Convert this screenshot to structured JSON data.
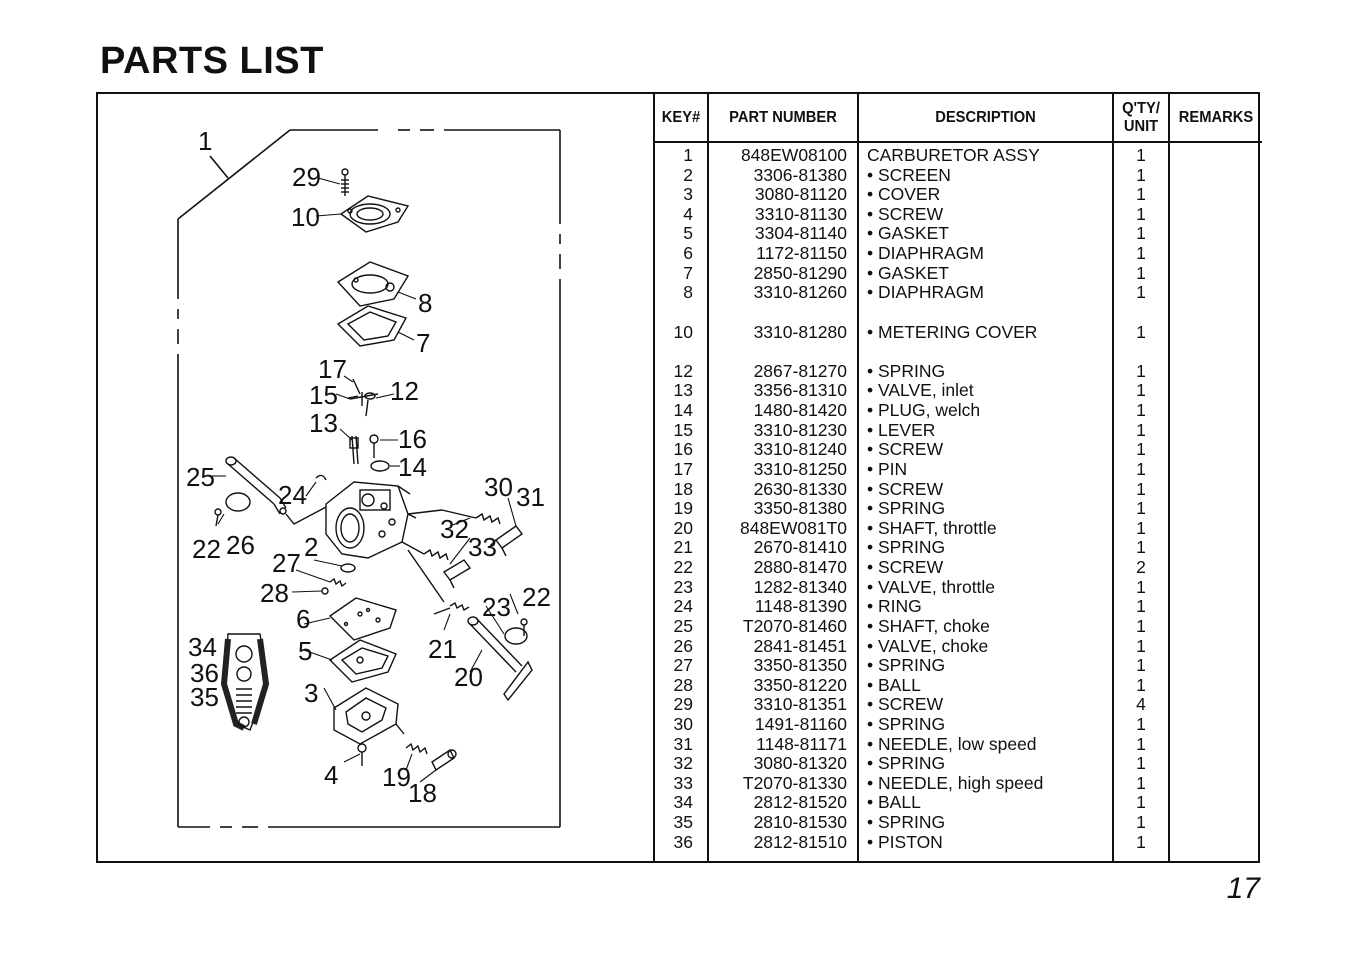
{
  "title": "PARTS LIST",
  "page_number": "17",
  "table": {
    "headers": {
      "key": "KEY#",
      "part_number": "PART NUMBER",
      "description": "DESCRIPTION",
      "qty_line1": "Q'TY/",
      "qty_line2": "UNIT",
      "remarks": "REMARKS"
    },
    "rows": [
      {
        "key": "1",
        "part": "848EW08100",
        "desc": "CARBURETOR ASSY",
        "qty": "1",
        "slot": 0
      },
      {
        "key": "2",
        "part": "3306-81380",
        "desc": "• SCREEN",
        "qty": "1",
        "slot": 1
      },
      {
        "key": "3",
        "part": "3080-81120",
        "desc": "• COVER",
        "qty": "1",
        "slot": 2
      },
      {
        "key": "4",
        "part": "3310-81130",
        "desc": "• SCREW",
        "qty": "1",
        "slot": 3
      },
      {
        "key": "5",
        "part": "3304-81140",
        "desc": "• GASKET",
        "qty": "1",
        "slot": 4
      },
      {
        "key": "6",
        "part": "1172-81150",
        "desc": "• DIAPHRAGM",
        "qty": "1",
        "slot": 5
      },
      {
        "key": "7",
        "part": "2850-81290",
        "desc": "• GASKET",
        "qty": "1",
        "slot": 6
      },
      {
        "key": "8",
        "part": "3310-81260",
        "desc": "• DIAPHRAGM",
        "qty": "1",
        "slot": 7
      },
      {
        "key": "10",
        "part": "3310-81280",
        "desc": "• METERING COVER",
        "qty": "1",
        "slot": 9
      },
      {
        "key": "12",
        "part": "2867-81270",
        "desc": "• SPRING",
        "qty": "1",
        "slot": 11
      },
      {
        "key": "13",
        "part": "3356-81310",
        "desc": "• VALVE, inlet",
        "qty": "1",
        "slot": 12
      },
      {
        "key": "14",
        "part": "1480-81420",
        "desc": "• PLUG, welch",
        "qty": "1",
        "slot": 13
      },
      {
        "key": "15",
        "part": "3310-81230",
        "desc": "• LEVER",
        "qty": "1",
        "slot": 14
      },
      {
        "key": "16",
        "part": "3310-81240",
        "desc": "• SCREW",
        "qty": "1",
        "slot": 15
      },
      {
        "key": "17",
        "part": "3310-81250",
        "desc": "• PIN",
        "qty": "1",
        "slot": 16
      },
      {
        "key": "18",
        "part": "2630-81330",
        "desc": "• SCREW",
        "qty": "1",
        "slot": 17
      },
      {
        "key": "19",
        "part": "3350-81380",
        "desc": "• SPRING",
        "qty": "1",
        "slot": 18
      },
      {
        "key": "20",
        "part": "848EW081T0",
        "desc": "• SHAFT, throttle",
        "qty": "1",
        "slot": 19
      },
      {
        "key": "21",
        "part": "2670-81410",
        "desc": "• SPRING",
        "qty": "1",
        "slot": 20
      },
      {
        "key": "22",
        "part": "2880-81470",
        "desc": "• SCREW",
        "qty": "2",
        "slot": 21
      },
      {
        "key": "23",
        "part": "1282-81340",
        "desc": "• VALVE, throttle",
        "qty": "1",
        "slot": 22
      },
      {
        "key": "24",
        "part": "1148-81390",
        "desc": "• RING",
        "qty": "1",
        "slot": 23
      },
      {
        "key": "25",
        "part": "T2070-81460",
        "desc": "• SHAFT, choke",
        "qty": "1",
        "slot": 24
      },
      {
        "key": "26",
        "part": "2841-81451",
        "desc": "• VALVE, choke",
        "qty": "1",
        "slot": 25
      },
      {
        "key": "27",
        "part": "3350-81350",
        "desc": "• SPRING",
        "qty": "1",
        "slot": 26
      },
      {
        "key": "28",
        "part": "3350-81220",
        "desc": "• BALL",
        "qty": "1",
        "slot": 27
      },
      {
        "key": "29",
        "part": "3310-81351",
        "desc": "• SCREW",
        "qty": "4",
        "slot": 28
      },
      {
        "key": "30",
        "part": "1491-81160",
        "desc": "• SPRING",
        "qty": "1",
        "slot": 29
      },
      {
        "key": "31",
        "part": "1148-81171",
        "desc": "• NEEDLE, low speed",
        "qty": "1",
        "slot": 30
      },
      {
        "key": "32",
        "part": "3080-81320",
        "desc": "• SPRING",
        "qty": "1",
        "slot": 31
      },
      {
        "key": "33",
        "part": "T2070-81330",
        "desc": "• NEEDLE, high speed",
        "qty": "1",
        "slot": 32
      },
      {
        "key": "34",
        "part": "2812-81520",
        "desc": "• BALL",
        "qty": "1",
        "slot": 33
      },
      {
        "key": "35",
        "part": "2810-81530",
        "desc": "• SPRING",
        "qty": "1",
        "slot": 34
      },
      {
        "key": "36",
        "part": "2812-81510",
        "desc": "• PISTON",
        "qty": "1",
        "slot": 35
      }
    ]
  },
  "diagram": {
    "callouts": {
      "c1": "1",
      "c29": "29",
      "c10": "10",
      "c8": "8",
      "c7": "7",
      "c17": "17",
      "c15": "15",
      "c12": "12",
      "c13": "13",
      "c16": "16",
      "c14": "14",
      "c25": "25",
      "c24": "24",
      "c30": "30",
      "c31": "31",
      "c22a": "22",
      "c26": "26",
      "c27": "27",
      "c2": "2",
      "c32": "32",
      "c33": "33",
      "c28": "28",
      "c6": "6",
      "c23": "23",
      "c22b": "22",
      "c34": "34",
      "c5": "5",
      "c21": "21",
      "c36": "36",
      "c20": "20",
      "c35": "35",
      "c3": "3",
      "c4": "4",
      "c19": "19",
      "c18": "18"
    }
  }
}
